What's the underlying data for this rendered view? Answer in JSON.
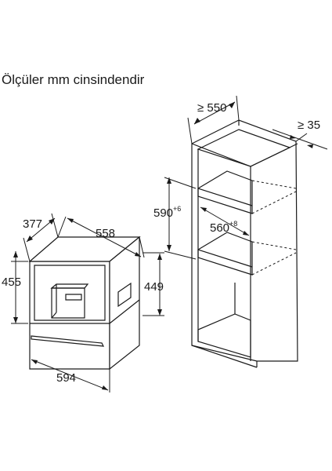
{
  "caption": "Ölçüler mm cinsindendir",
  "appliance": {
    "depth": "377",
    "width_top": "558",
    "height_left": "455",
    "height_right": "449",
    "width_front": "594"
  },
  "cabinet": {
    "depth_min": "≥ 550",
    "gap_min": "≥ 35",
    "niche_height": "590",
    "niche_height_tol": "+6",
    "niche_width": "560",
    "niche_width_tol": "+8"
  }
}
